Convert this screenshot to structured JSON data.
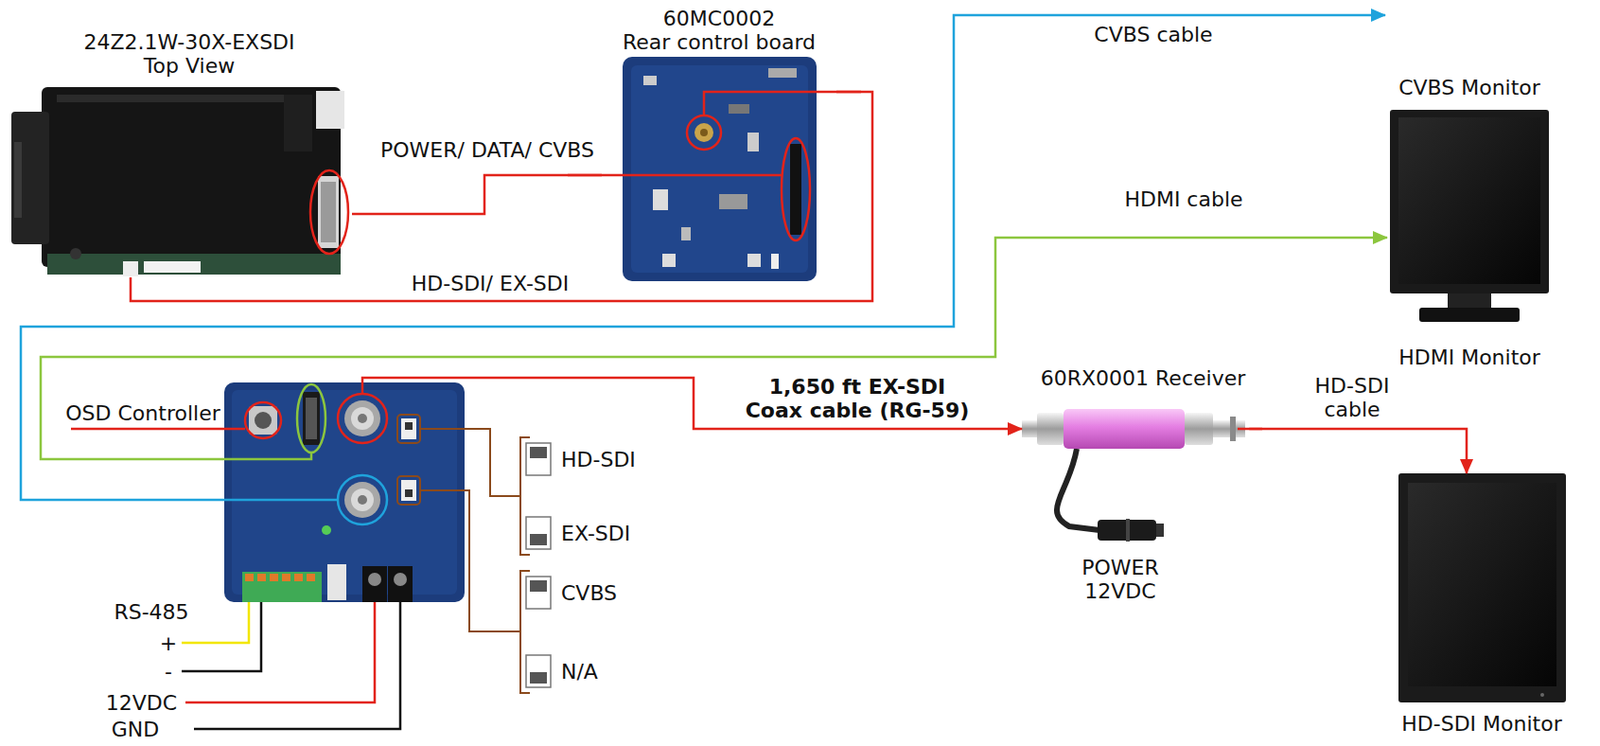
{
  "diagram": {
    "nodes": [
      {
        "text": [
          "24Z2.1W-30X-EXSDI Top View"
        ]
      },
      {
        "text": [
          "60MC0002 Rear control board"
        ]
      },
      {
        "text": [
          "HDMI Monitor"
        ]
      },
      {
        "text": [
          "60RX0001 Receiver",
          "POWER 12VDC"
        ]
      },
      {
        "text": [
          "HD-SDI Monitor"
        ]
      }
    ],
    "edges": [
      {
        "from": 0,
        "to": 1,
        "label": "POWER/ DATA/ CVBS",
        "arrow": "none"
      },
      {
        "from": 0,
        "to": 1,
        "label": "HD-SDI/ EX-SDI",
        "arrow": "none"
      },
      {
        "from": 3,
        "to": 4,
        "label": "HD-SDI cable",
        "arrow": "to"
      }
    ],
    "labels": [
      "CVBS cable",
      "CVBS Monitor",
      "HDMI cable",
      "OSD Controller",
      "1,650 ft EX-SDI Coax cable (RG-59)",
      "HD-SDI",
      "EX-SDI",
      "CVBS",
      "N/A",
      "RS-485",
      "+",
      "-",
      "12VDC",
      "GND"
    ]
  }
}
